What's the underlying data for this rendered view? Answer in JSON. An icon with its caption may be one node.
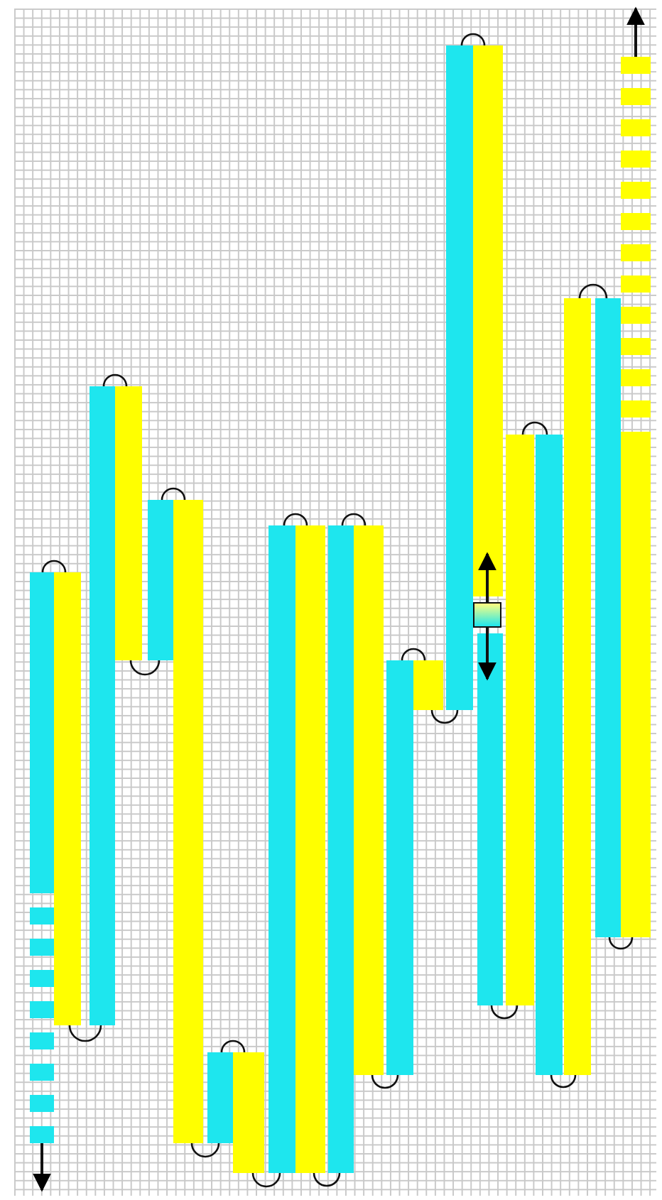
{
  "diagram": {
    "nodes": [
      {
        "text": [],
        "shape": "bar"
      },
      {
        "text": [],
        "shape": "bar"
      },
      {
        "text": [],
        "shape": "bar"
      },
      {
        "text": [],
        "shape": "bar"
      },
      {
        "text": [],
        "shape": "bar"
      },
      {
        "text": [],
        "shape": "bar"
      },
      {
        "text": [],
        "shape": "bar"
      },
      {
        "text": [],
        "shape": "bar"
      },
      {
        "text": [],
        "shape": "bar"
      },
      {
        "text": [],
        "shape": "bar"
      },
      {
        "text": [],
        "shape": "bar"
      },
      {
        "text": [],
        "shape": "bar"
      },
      {
        "text": [],
        "shape": "bar"
      },
      {
        "text": [],
        "shape": "bar"
      },
      {
        "text": [],
        "shape": "bar"
      },
      {
        "text": [],
        "shape": "bar"
      },
      {
        "text": [],
        "shape": "box"
      },
      {
        "text": [],
        "shape": "bar"
      },
      {
        "text": [],
        "shape": "bar"
      },
      {
        "text": [],
        "shape": "bar"
      },
      {
        "text": [],
        "shape": "bar"
      },
      {
        "text": [],
        "shape": "bar"
      },
      {
        "text": [],
        "shape": "bar"
      }
    ],
    "edges": [
      {
        "from": 0,
        "to": 1,
        "arrow": "none"
      },
      {
        "from": 1,
        "to": 2,
        "arrow": "none"
      },
      {
        "from": 2,
        "to": 3,
        "arrow": "none"
      },
      {
        "from": 3,
        "to": 4,
        "arrow": "none"
      },
      {
        "from": 4,
        "to": 5,
        "arrow": "none"
      },
      {
        "from": 5,
        "to": 6,
        "arrow": "none"
      },
      {
        "from": 6,
        "to": 7,
        "arrow": "none"
      },
      {
        "from": 7,
        "to": 8,
        "arrow": "none"
      },
      {
        "from": 8,
        "to": 9,
        "arrow": "none"
      },
      {
        "from": 9,
        "to": 10,
        "arrow": "none"
      },
      {
        "from": 10,
        "to": 11,
        "arrow": "none"
      },
      {
        "from": 11,
        "to": 12,
        "arrow": "none"
      },
      {
        "from": 12,
        "to": 13,
        "arrow": "none"
      },
      {
        "from": 13,
        "to": 14,
        "arrow": "none"
      },
      {
        "from": 14,
        "to": 15,
        "arrow": "none"
      },
      {
        "from": 17,
        "to": 18,
        "arrow": "none"
      },
      {
        "from": 18,
        "to": 19,
        "arrow": "none"
      },
      {
        "from": 19,
        "to": 20,
        "arrow": "none"
      },
      {
        "from": 20,
        "to": 21,
        "arrow": "none"
      },
      {
        "from": 21,
        "to": 22,
        "arrow": "none"
      },
      {
        "from": 0,
        "to": null,
        "arrow": "to"
      },
      {
        "from": 22,
        "to": null,
        "arrow": "to"
      },
      {
        "from": 16,
        "to": 15,
        "arrow": "to"
      },
      {
        "from": 16,
        "to": 17,
        "arrow": "to"
      }
    ]
  }
}
